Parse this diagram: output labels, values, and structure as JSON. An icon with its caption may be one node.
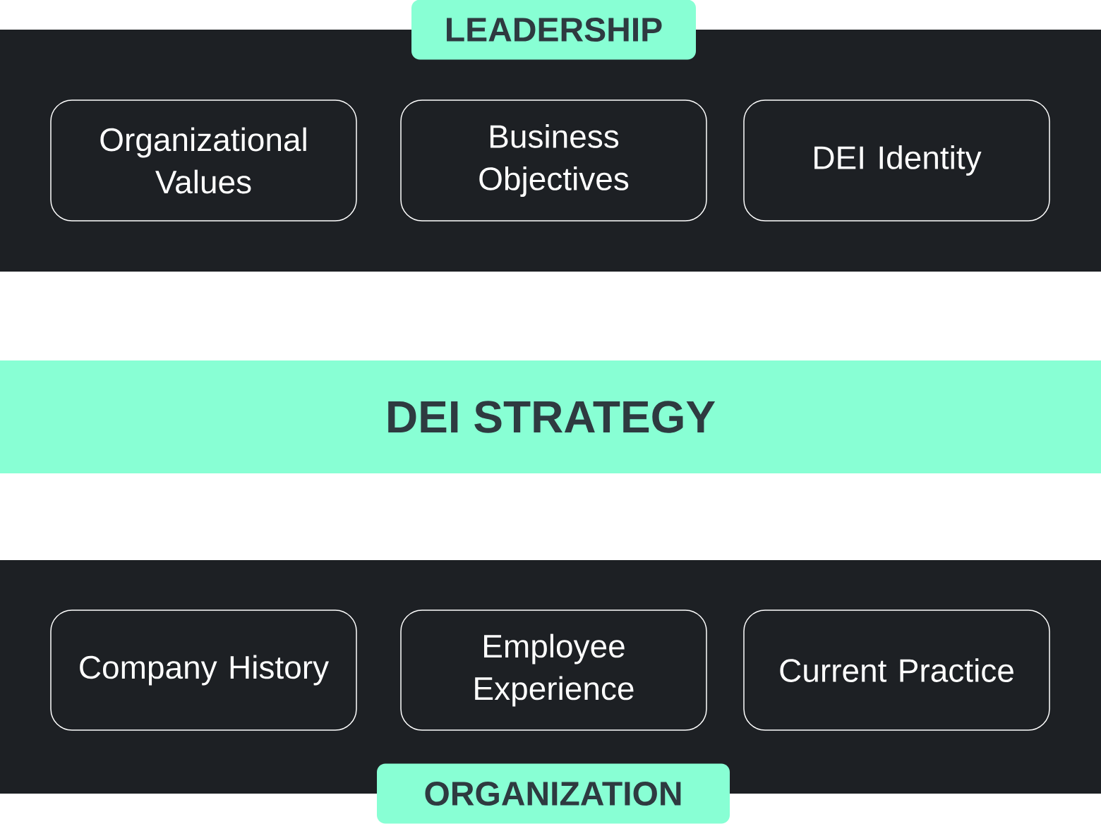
{
  "diagram": {
    "nodes": [
      {
        "text": [
          "LEADERSHIP"
        ]
      },
      {
        "text": [
          "Organizational Values"
        ],
        "in": 0
      },
      {
        "text": [
          "Business Objectives"
        ],
        "in": 0
      },
      {
        "text": [
          "DEI Identity"
        ],
        "in": 0
      },
      {
        "text": [
          "DEI STRATEGY"
        ]
      },
      {
        "text": [
          "ORGANIZATION"
        ]
      },
      {
        "text": [
          "Company History"
        ],
        "in": 5
      },
      {
        "text": [
          "Employee Experience"
        ],
        "in": 5
      },
      {
        "text": [
          "Current Practice"
        ],
        "in": 5
      }
    ]
  }
}
